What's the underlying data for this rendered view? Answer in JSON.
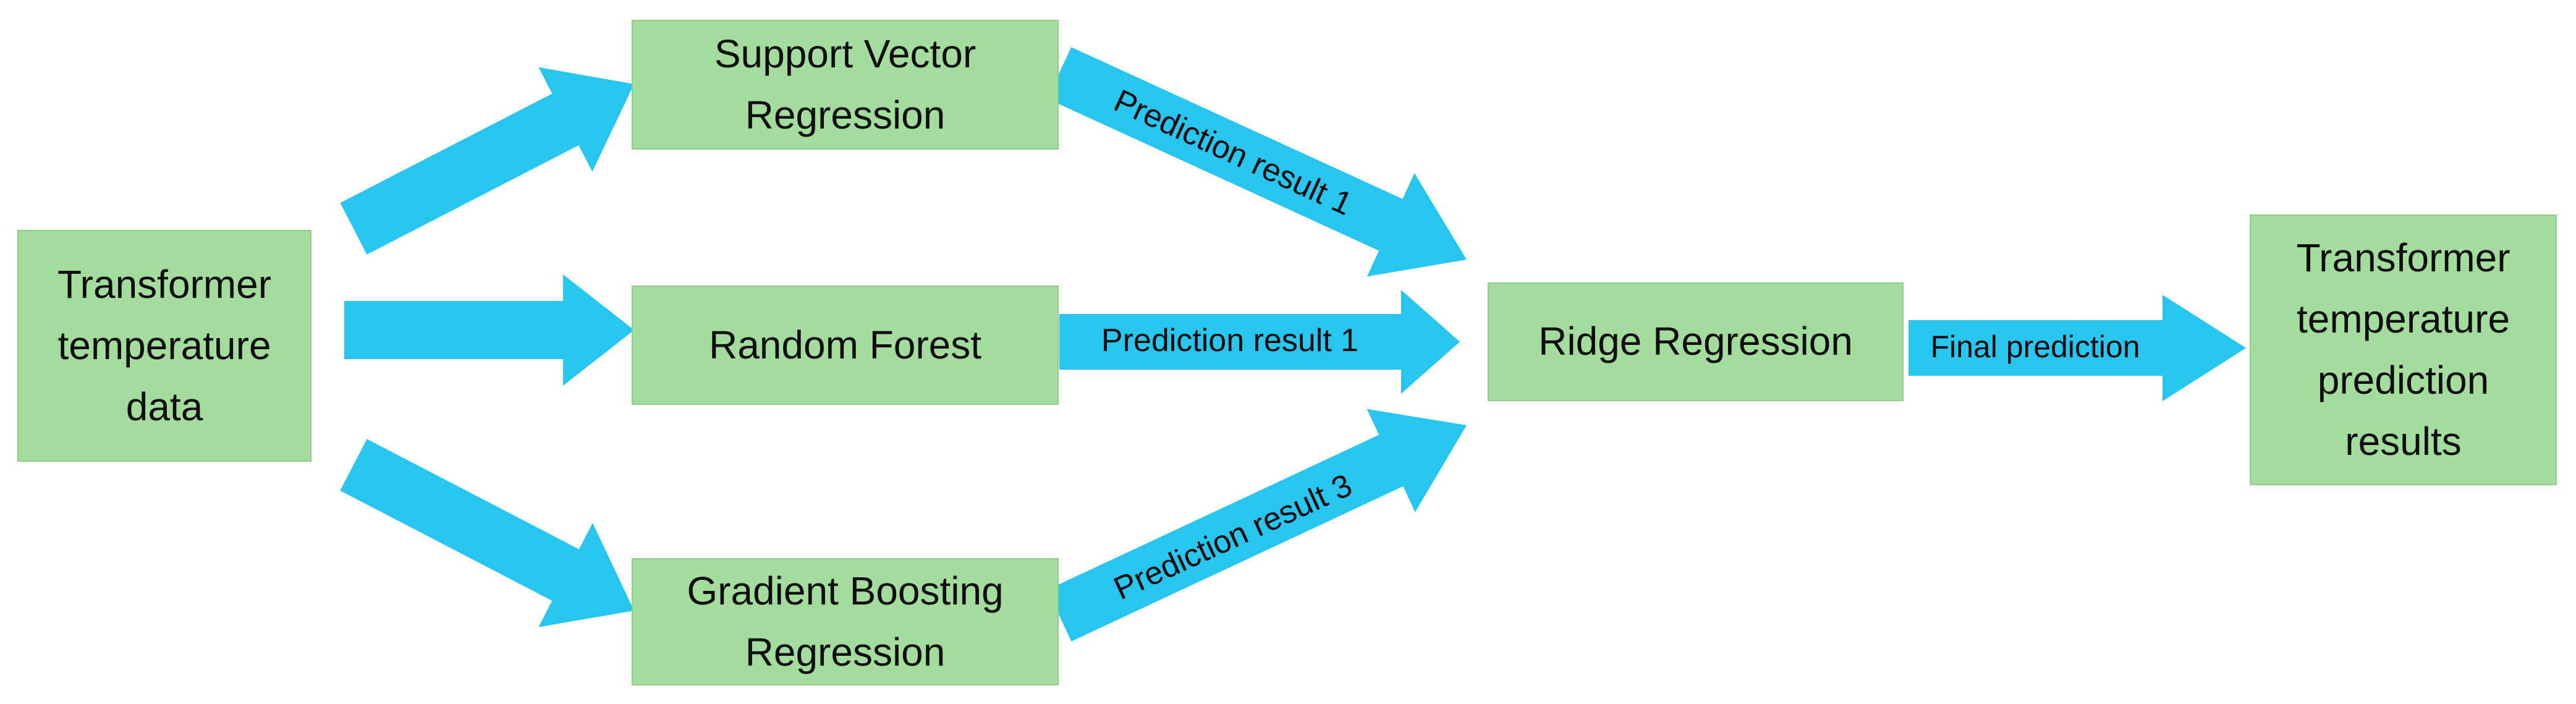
{
  "colors": {
    "node_fill": "#a3dc9c",
    "node_border": "#8fcf86",
    "arrow_fill": "#28c5ee",
    "text": "#0d0d0d"
  },
  "nodes": {
    "input": {
      "label": "Transformer temperature data"
    },
    "svr": {
      "label": "Support Vector Regression"
    },
    "rf": {
      "label": "Random Forest"
    },
    "gbr": {
      "label": "Gradient Boosting Regression"
    },
    "ridge": {
      "label": "Ridge Regression"
    },
    "output": {
      "label": "Transformer temperature prediction results"
    }
  },
  "arrow_labels": {
    "svr_to_ridge": "Prediction result 1",
    "rf_to_ridge": "Prediction result 1",
    "gbr_to_ridge": "Prediction result 3",
    "ridge_to_output": "Final prediction"
  }
}
